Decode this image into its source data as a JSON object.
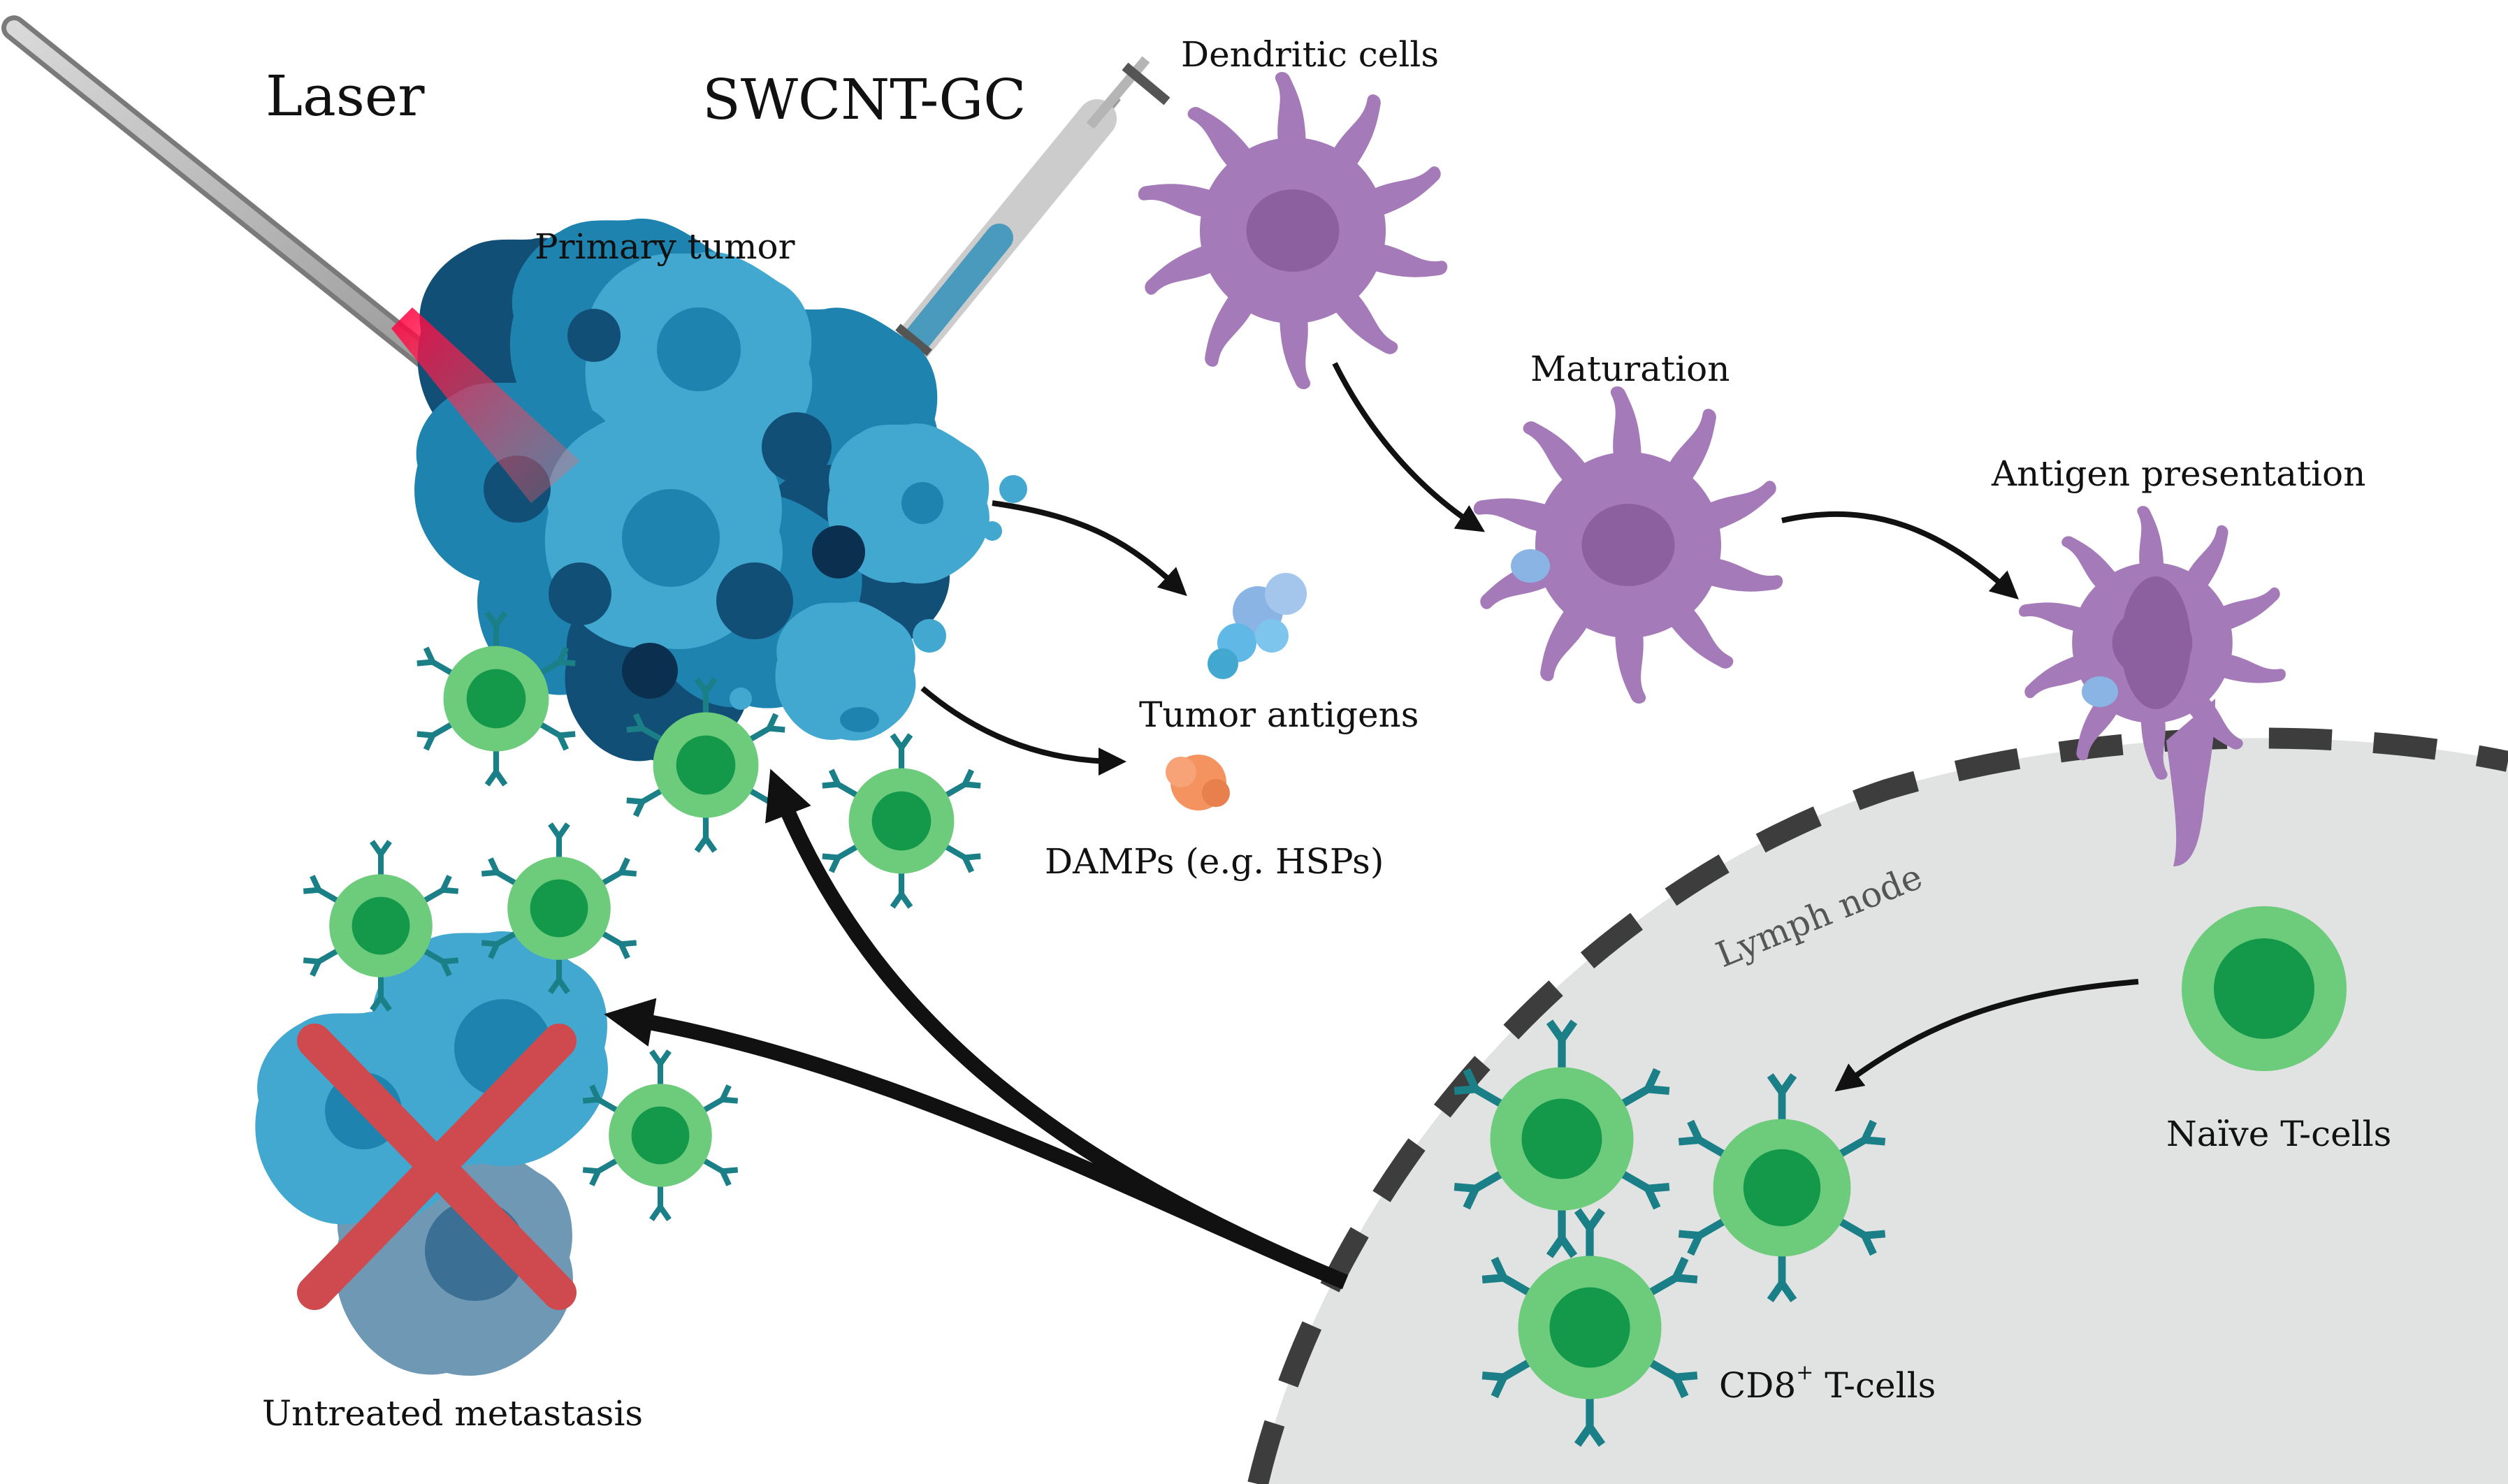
{
  "labels": {
    "laser": "Laser",
    "swcnt_gc": "SWCNT-GC",
    "dendritic_cells": "Dendritic cells",
    "primary_tumor": "Primary tumor",
    "maturation": "Maturation",
    "antigen_presentation": "Antigen presentation",
    "tumor_antigens": "Tumor antigens",
    "damps": "DAMPs (e.g. HSPs)",
    "lymph_node": "Lymph node",
    "naive_t_cells": "Naïve T-cells",
    "cd8_prefix": "CD8",
    "cd8_sup": "+",
    "cd8_suffix": " T-cells",
    "untreated_metastasis": "Untreated metastasis"
  },
  "colors": {
    "dendritic": "#a57ab8",
    "dendritic_nucleus": "#8c5f9f",
    "tcell_outer": "#6dcb7c",
    "tcell_inner": "#14984a",
    "receptor": "#1a7f86",
    "tumor_light": "#42a8cf",
    "tumor_mid": "#1f83b0",
    "tumor_dark": "#124f77",
    "lymph_fill": "#e1e3e3",
    "lymph_border": "#3d3d3d",
    "cross": "#cf4a4f",
    "laser_beam": "#ff2a4a",
    "damp": "#f49360",
    "antigen": "#8ab4e4",
    "arrow": "#111111"
  }
}
